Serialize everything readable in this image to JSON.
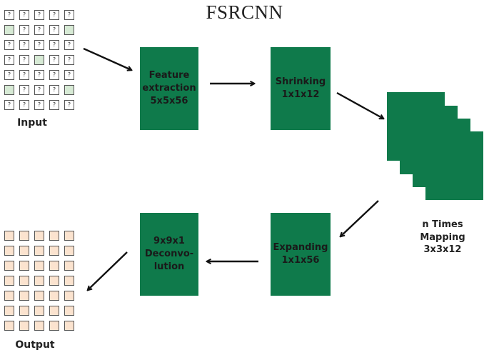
{
  "title": "FSRCNN",
  "input": {
    "label": "Input",
    "cell_symbol": "?",
    "known_cells": [
      [
        1,
        0
      ],
      [
        1,
        4
      ],
      [
        3,
        2
      ],
      [
        5,
        0
      ],
      [
        5,
        4
      ]
    ]
  },
  "output": {
    "label": "Output"
  },
  "blocks": {
    "feature_extraction": {
      "label": "Feature\nextraction\n5x5x56"
    },
    "shrinking": {
      "label": "Shrinking\n1x1x12"
    },
    "mapping": {
      "label": "n Times\nMapping\n3x3x12"
    },
    "expanding": {
      "label": "Expanding\n1x1x56"
    },
    "deconvolution": {
      "label": "9x9x1\nDeconvo-\nlution"
    }
  },
  "colors": {
    "block": "#0f7a4b",
    "known_cell": "#d7ead5",
    "output_cell": "#fbe3cf",
    "arrow": "#111111"
  }
}
